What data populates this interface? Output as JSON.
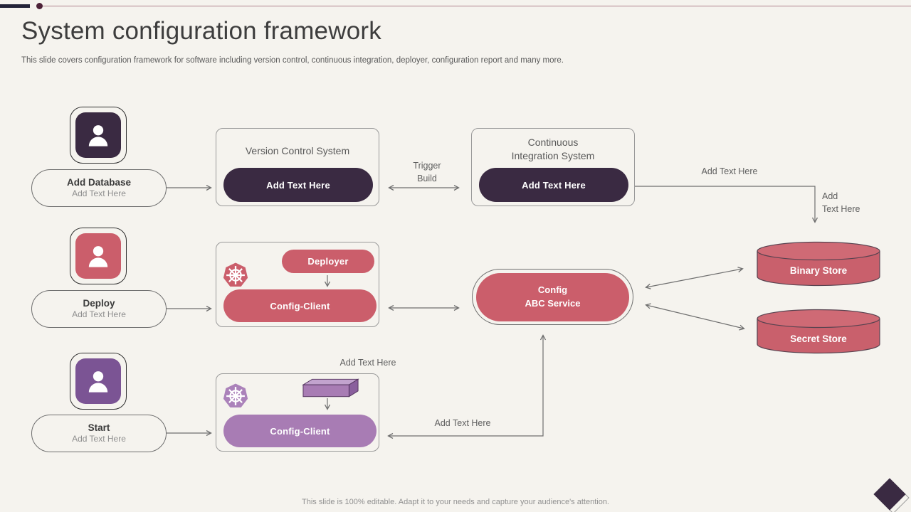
{
  "slide": {
    "title": "System configuration framework",
    "subtitle": "This slide covers configuration framework for software including version control, continuous integration, deployer, configuration report and many more.",
    "footer": "This slide is 100% editable. Adapt it to your needs and capture your audience's attention."
  },
  "colors": {
    "dark_plum": "#3a2a42",
    "rose": "#cb5e6b",
    "purple": "#a87cb4",
    "purple_person": "#7b5494",
    "accent_line": "#b0828c",
    "arrow_gray": "#6f6f6f",
    "background": "#f5f3ee"
  },
  "actors": [
    {
      "title": "Add Database",
      "subtitle": "Add Text Here"
    },
    {
      "title": "Deploy",
      "subtitle": "Add Text Here"
    },
    {
      "title": "Start",
      "subtitle": "Add Text Here"
    }
  ],
  "boxes": {
    "vcs": {
      "title": "Version Control System",
      "button": "Add Text Here"
    },
    "ci": {
      "title_line1": "Continuous",
      "title_line2": "Integration  System",
      "button": "Add Text Here"
    },
    "deployer": {
      "top_pill": "Deployer",
      "bottom_pill": "Config-Client"
    },
    "client": {
      "bottom_pill": "Config-Client"
    },
    "service": {
      "line1": "Config",
      "line2": "ABC Service"
    }
  },
  "stores": [
    {
      "label": "Binary Store"
    },
    {
      "label": "Secret Store"
    }
  ],
  "labels": {
    "trigger_build": [
      "Trigger",
      "Build"
    ],
    "ci_out_top": "Add Text Here",
    "ci_out_side": [
      "Add",
      "Text Here"
    ],
    "client_box_top": "Add Text Here",
    "client_to_service": "Add Text Here"
  }
}
